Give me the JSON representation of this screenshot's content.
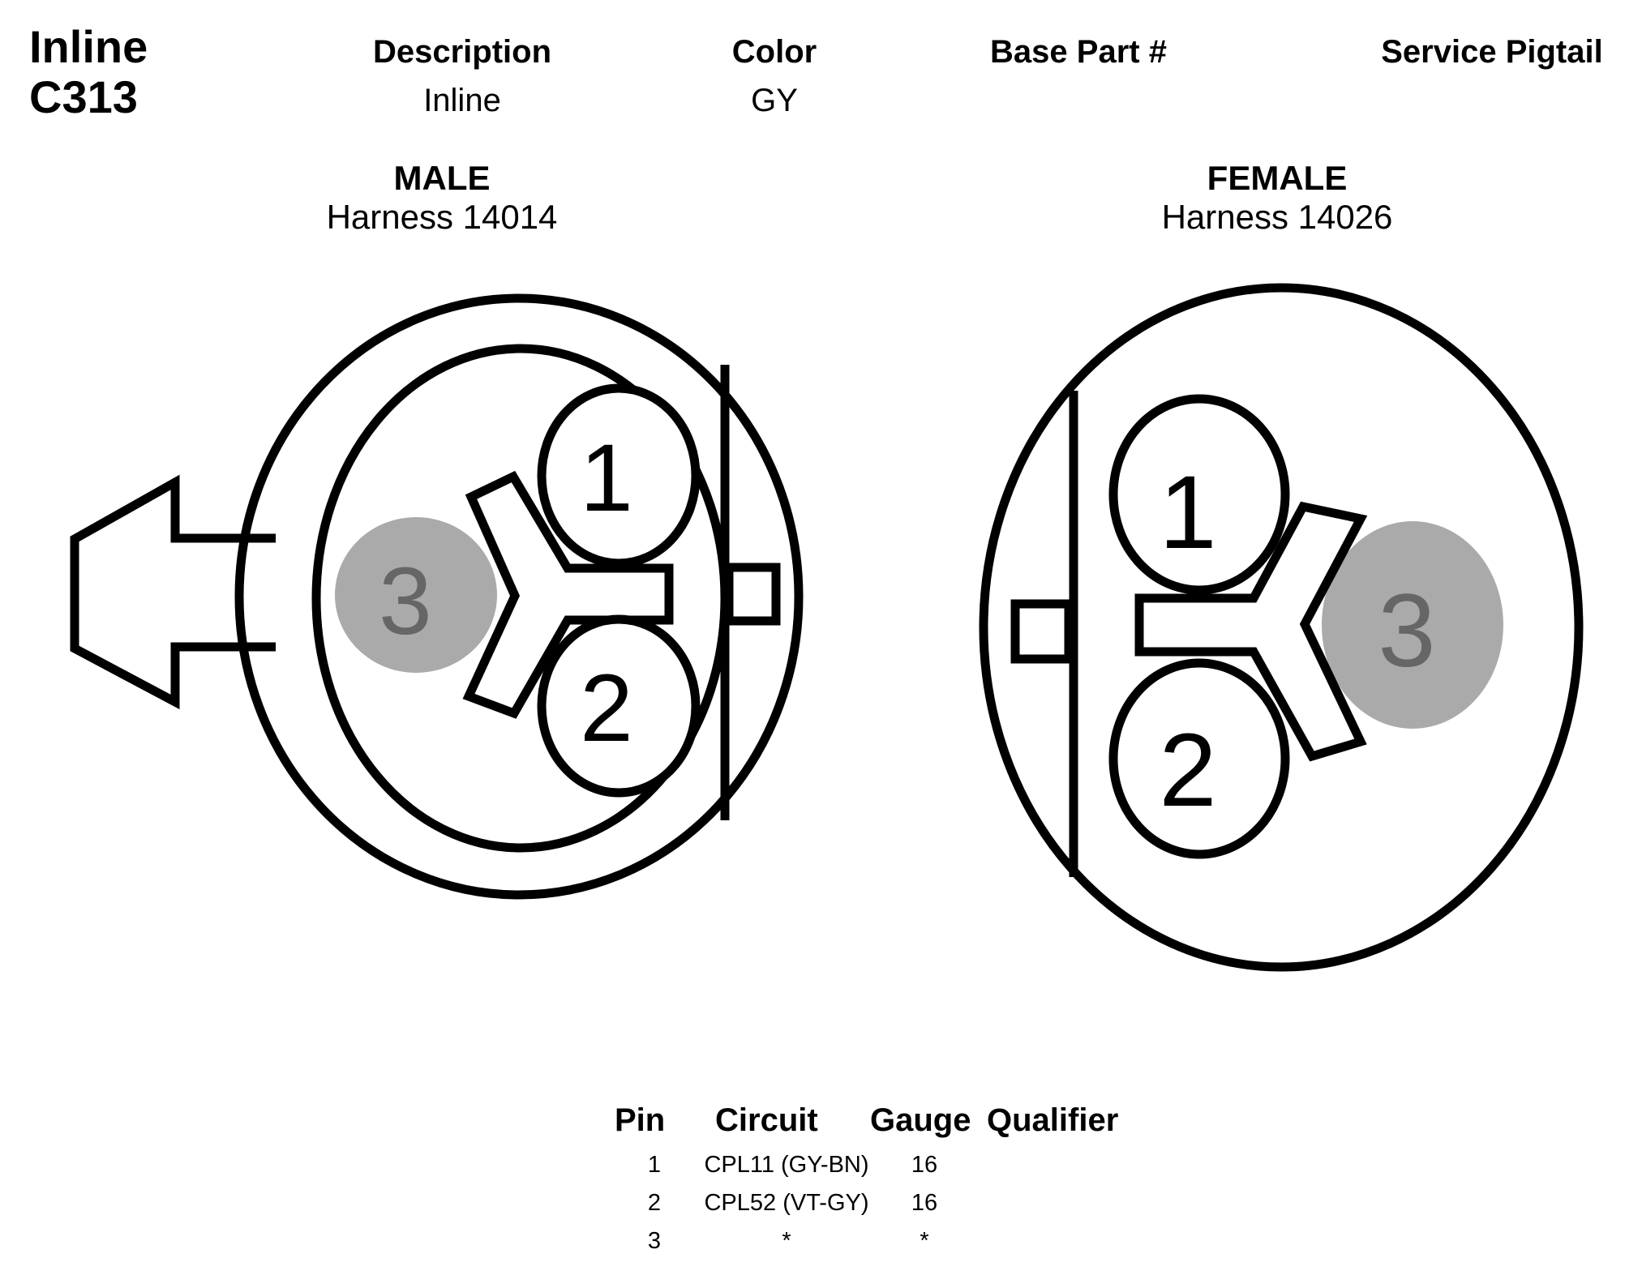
{
  "connector": {
    "type_label": "Inline",
    "id": "C313"
  },
  "header": {
    "columns": [
      {
        "label": "Description",
        "value": "Inline"
      },
      {
        "label": "Color",
        "value": "GY"
      },
      {
        "label": "Base Part #",
        "value": ""
      },
      {
        "label": "Service Pigtail",
        "value": ""
      }
    ]
  },
  "male": {
    "title": "MALE",
    "harness": "Harness 14014",
    "pins": [
      "1",
      "2",
      "3"
    ]
  },
  "female": {
    "title": "FEMALE",
    "harness": "Harness 14026",
    "pins": [
      "1",
      "2",
      "3"
    ]
  },
  "pin_table": {
    "headers": {
      "pin": "Pin",
      "circuit": "Circuit",
      "gauge": "Gauge",
      "qualifier": "Qualifier"
    },
    "rows": [
      {
        "pin": "1",
        "circuit": "CPL11 (GY-BN)",
        "gauge": "16",
        "qualifier": ""
      },
      {
        "pin": "2",
        "circuit": "CPL52 (VT-GY)",
        "gauge": "16",
        "qualifier": ""
      },
      {
        "pin": "3",
        "circuit": "*",
        "gauge": "*",
        "qualifier": ""
      }
    ]
  },
  "colors": {
    "line": "#000000",
    "unused_pin_fill": "#aaaaaa",
    "unused_pin_text": "#666666"
  }
}
